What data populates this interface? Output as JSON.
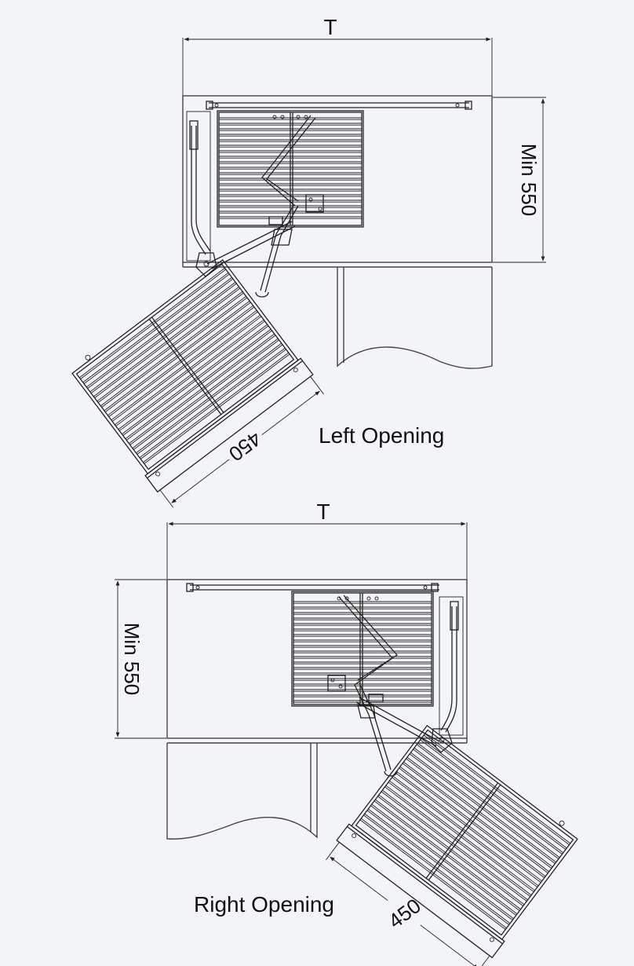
{
  "diagrams": [
    {
      "id": "left",
      "width_label": "T",
      "depth_label": "Min 550",
      "basket_label": "450",
      "caption": "Left Opening"
    },
    {
      "id": "right",
      "width_label": "T",
      "depth_label": "Min 550",
      "basket_label": "450",
      "caption": "Right Opening"
    }
  ],
  "colors": {
    "line": "#222222",
    "background": "#f3f4f7"
  }
}
